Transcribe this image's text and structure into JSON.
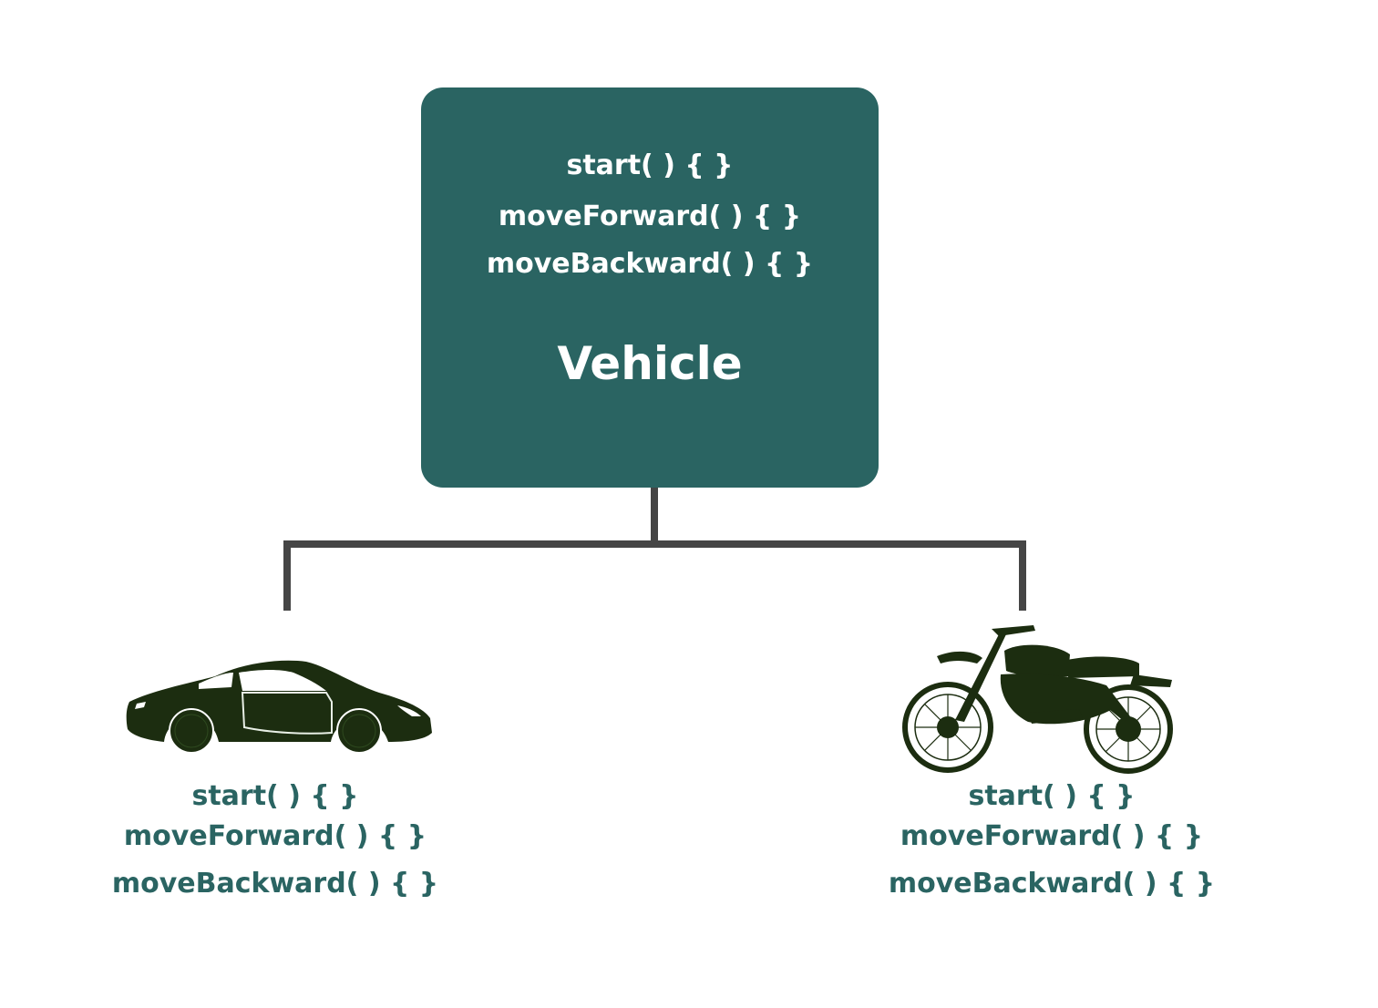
{
  "colors": {
    "box": "#2a6462",
    "box_text": "#ffffff",
    "child_text": "#2a6462",
    "connector": "#454545",
    "silhouette": "#1c2d10"
  },
  "parent": {
    "methods": [
      "start( ) { }",
      "moveForward( ) { }",
      "moveBackward( ) { }"
    ],
    "title": "Vehicle"
  },
  "children": [
    {
      "icon": "car-icon",
      "methods": [
        "start( ) { }",
        "moveForward( ) { }",
        "moveBackward( ) { }"
      ]
    },
    {
      "icon": "motorcycle-icon",
      "methods": [
        "start( ) { }",
        "moveForward( ) { }",
        "moveBackward( ) { }"
      ]
    }
  ]
}
